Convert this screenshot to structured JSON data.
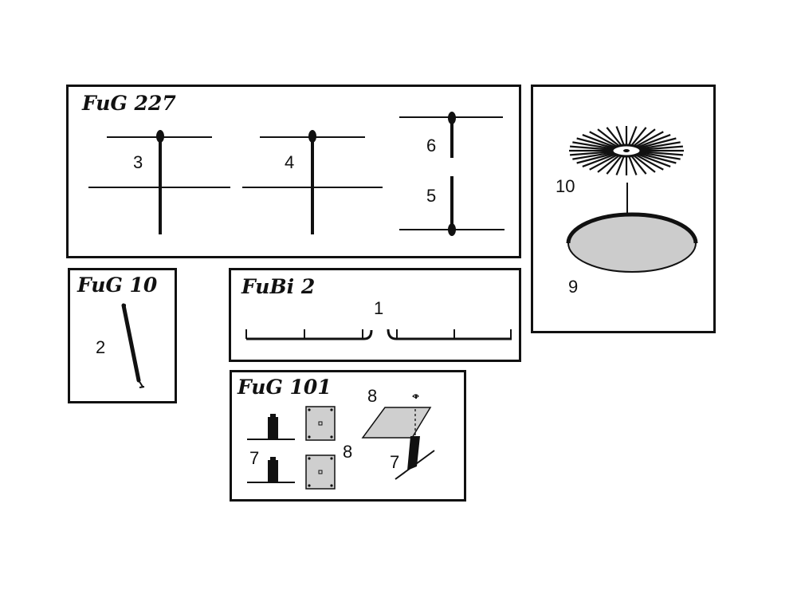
{
  "panels": {
    "fug227": {
      "title": "FuG 227",
      "labels": {
        "n3": "3",
        "n4": "4",
        "n5": "5",
        "n6": "6"
      }
    },
    "fug10": {
      "title": "FuG 10",
      "labels": {
        "n2": "2"
      }
    },
    "fubi2": {
      "title": "FuBi 2",
      "labels": {
        "n1": "1"
      }
    },
    "fug101": {
      "title": "FuG 101",
      "labels": {
        "n8a": "8",
        "n8b": "8",
        "n7a": "7",
        "n7b": "7"
      }
    },
    "disc": {
      "labels": {
        "n10": "10",
        "n9": "9"
      }
    }
  },
  "colors": {
    "stroke": "#111111",
    "plate_fill": "#cfcfcf",
    "disc_fill": "#cccccc"
  }
}
